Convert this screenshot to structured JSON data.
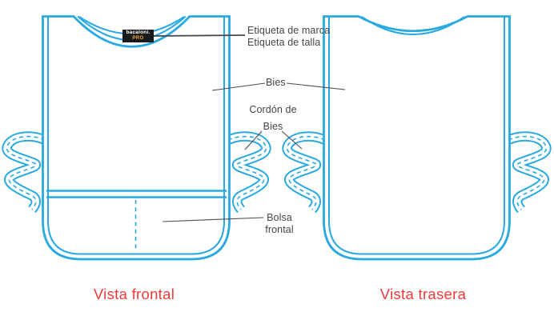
{
  "views": {
    "front": {
      "caption": "Vista frontal"
    },
    "back": {
      "caption": "Vista trasera"
    }
  },
  "callouts": {
    "label_marca": "Etiqueta de marca",
    "label_talla": "Etiqueta de talla",
    "bies": "Bies",
    "cordon_line1": "Cordón de",
    "cordon_line2": "Bies",
    "bolsa_line1": "Bolsa",
    "bolsa_line2": "frontal"
  },
  "garment_tag": {
    "brand": "bacaloni.",
    "variant": "PRO"
  },
  "colors": {
    "outline_blue": "#29a9e1",
    "callout_text": "#454545",
    "caption_red": "#ee3a3a",
    "tag_bg": "#1a1a1a",
    "tag_brand_text": "#ffffff",
    "tag_variant_text": "#f0a63c"
  }
}
